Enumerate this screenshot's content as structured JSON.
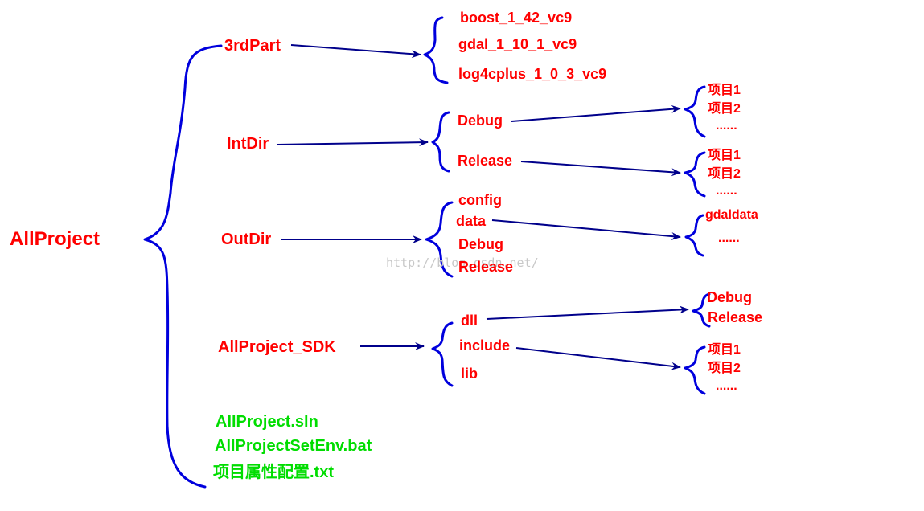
{
  "colors": {
    "node_text": "#ff0000",
    "file_text": "#00dd00",
    "brace": "#0000dd",
    "arrow": "#00008b",
    "watermark": "#c8c8c8"
  },
  "root": "AllProject",
  "folders": {
    "thirdpart": "3rdPart",
    "intdir": "IntDir",
    "outdir": "OutDir",
    "sdk": "AllProject_SDK"
  },
  "thirdpart_items": [
    "boost_1_42_vc9",
    "gdal_1_10_1_vc9",
    "log4cplus_1_0_3_vc9"
  ],
  "intdir_items": [
    "Debug",
    "Release"
  ],
  "intdir_debug_items": [
    "项目1",
    "项目2",
    "......"
  ],
  "intdir_release_items": [
    "项目1",
    "项目2",
    "......"
  ],
  "outdir_items": [
    "config",
    "data",
    "Debug",
    "Release"
  ],
  "outdir_data_items": [
    "gdaldata",
    "......"
  ],
  "sdk_items": [
    "dll",
    "include",
    "lib"
  ],
  "sdk_dll_items": [
    "Debug",
    "Release"
  ],
  "sdk_include_items": [
    "项目1",
    "项目2",
    "......"
  ],
  "files": [
    "AllProject.sln",
    "AllProjectSetEnv.bat",
    "项目属性配置.txt"
  ],
  "watermark": "http://blog.csdn.net/"
}
